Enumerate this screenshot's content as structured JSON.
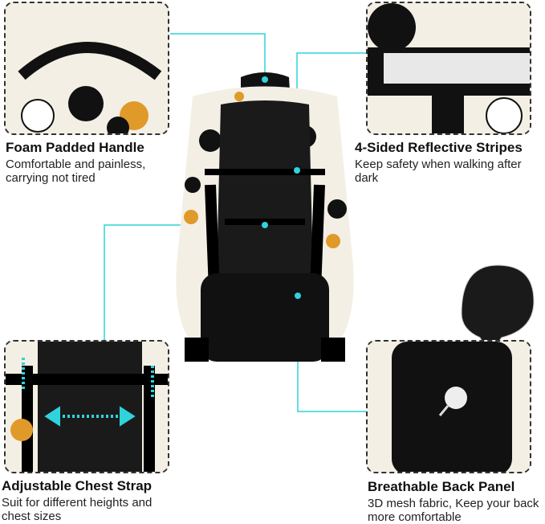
{
  "features": [
    {
      "title": "Foam Padded Handle",
      "description": "Comfortable and painless, carrying not tired"
    },
    {
      "title": "4-Sided Reflective Stripes",
      "description": "Keep safety when walking after dark"
    },
    {
      "title": "Adjustable Chest Strap",
      "description": "Suit for different heights and chest sizes"
    },
    {
      "title": "Breathable Back Panel",
      "description": "3D mesh fabric, Keep your back more comfortable"
    }
  ],
  "colors": {
    "accent": "#2fd3dc",
    "bag": "#111111",
    "pattern_bg": "#f4efe4",
    "pattern_orange": "#e09a2a"
  }
}
